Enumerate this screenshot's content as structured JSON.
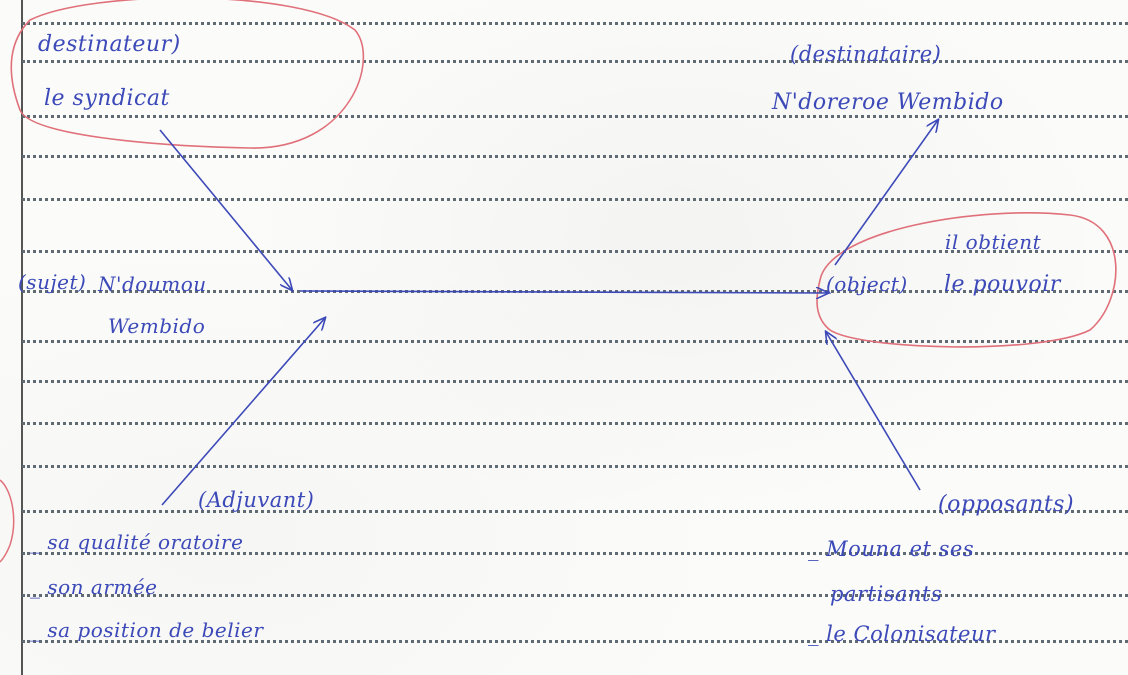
{
  "sender": {
    "role": "destinateur)",
    "value": "le syndicat"
  },
  "receiver": {
    "role": "(destinataire)",
    "value": "N'doreroe Wembido"
  },
  "subject": {
    "role": "(sujet)",
    "value_line1": "N'doumou",
    "value_line2": "Wembido"
  },
  "object": {
    "note": "il obtient",
    "role": "(object)",
    "value": "le pouvoir"
  },
  "helper": {
    "role": "(Adjuvant)",
    "items": [
      "_ sa qualité oratoire",
      "_ son armée",
      "_ sa position de belier"
    ]
  },
  "opponent": {
    "role": "(opposants)",
    "items": [
      "_ Mouna et ses",
      "partisants",
      "_ le Colonisateur"
    ]
  },
  "colors": {
    "ink": "#3c49b8",
    "red_pen": "#e0707a",
    "rule": "#5f6a72"
  }
}
